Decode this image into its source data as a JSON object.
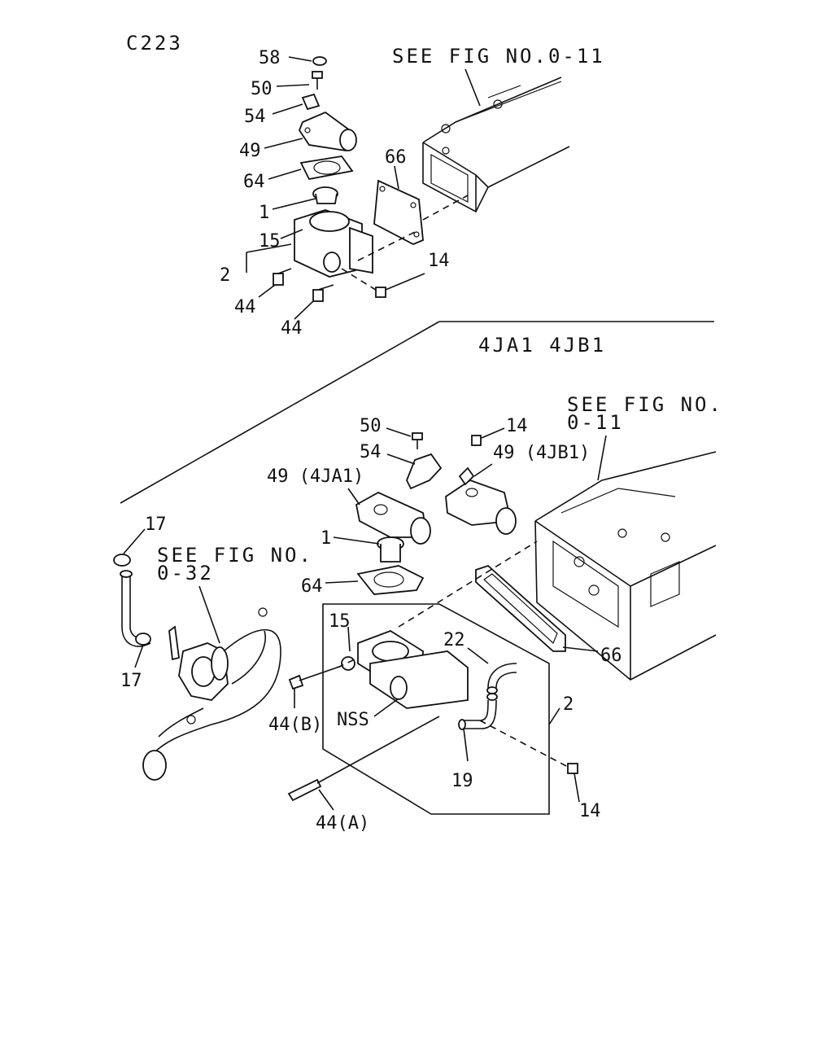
{
  "page_code": "C223",
  "top_section": {
    "see_fig": "SEE FIG NO.0-11",
    "labels": {
      "p58": "58",
      "p50": "50",
      "p54": "54",
      "p49": "49",
      "p64": "64",
      "p66": "66",
      "p1": "1",
      "p15": "15",
      "p2": "2",
      "p14": "14",
      "p44a": "44",
      "p44b": "44"
    }
  },
  "engine_models": "4JA1 4JB1",
  "bottom_section": {
    "see_fig_1": "SEE FIG NO.",
    "see_fig_1_num": "0-11",
    "see_fig_2": "SEE FIG NO.",
    "see_fig_2_num": "0-32",
    "labels": {
      "p50": "50",
      "p14_top": "14",
      "p54": "54",
      "p49_4jb1": "49 (4JB1)",
      "p49_4ja1": "49 (4JA1)",
      "p17_top": "17",
      "p1": "1",
      "p64": "64",
      "p15": "15",
      "p22": "22",
      "p66": "66",
      "p17_bottom": "17",
      "p2": "2",
      "p44b": "44(B)",
      "nss": "NSS",
      "p19": "19",
      "p14_bottom": "14",
      "p44a": "44(A)"
    }
  }
}
